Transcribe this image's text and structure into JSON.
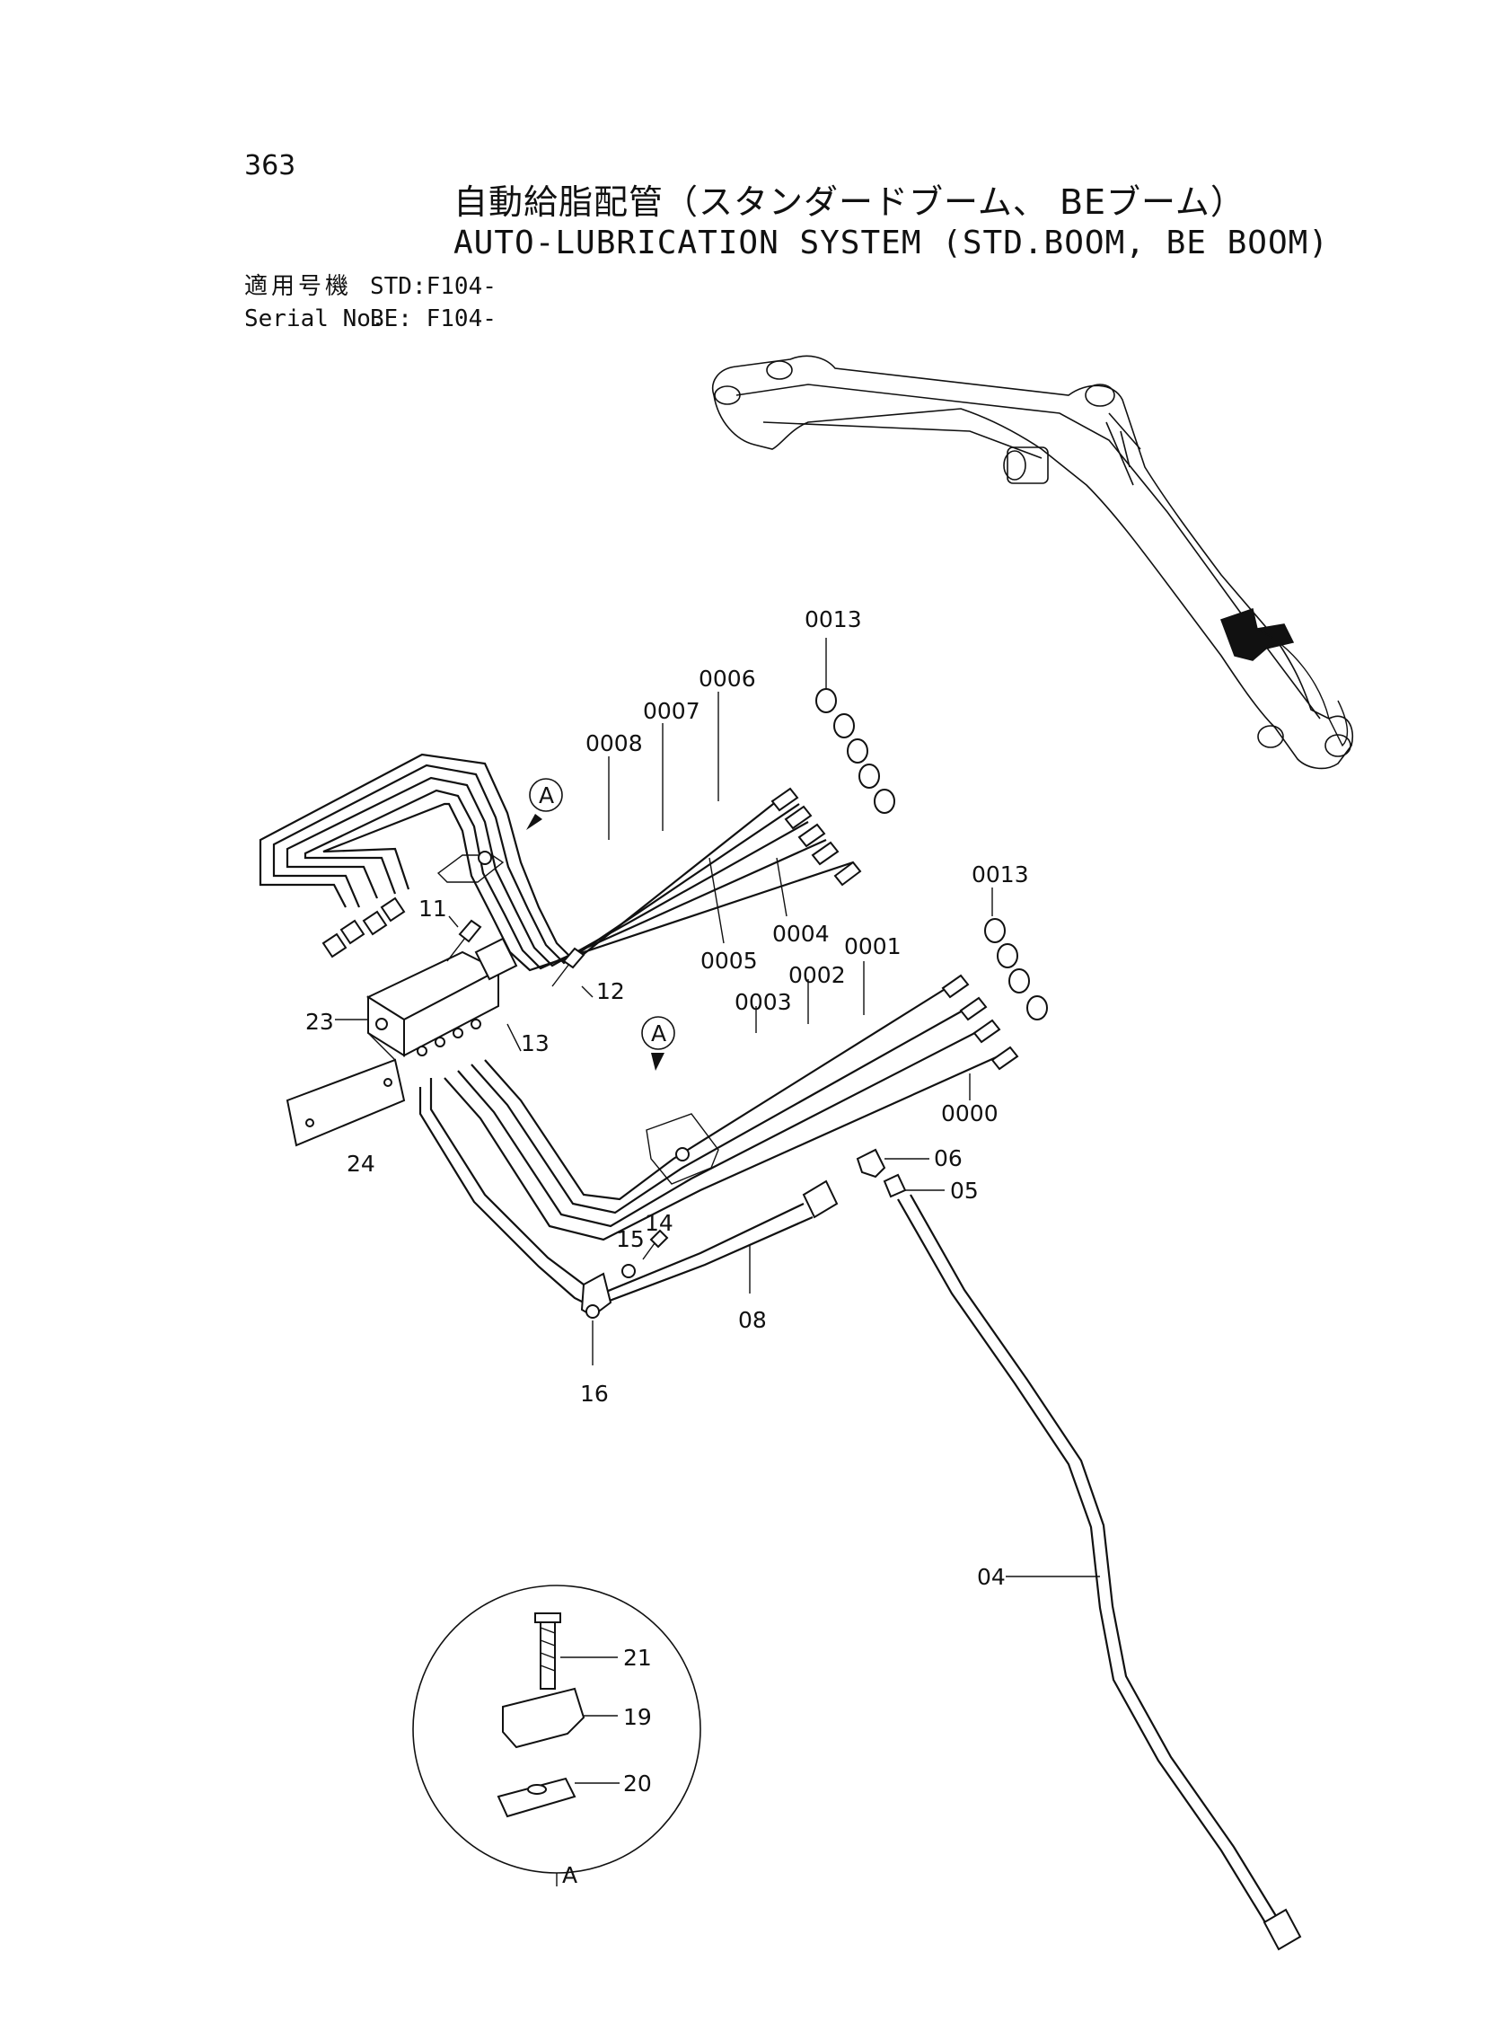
{
  "header": {
    "page_number": "363",
    "title_jp": "自動給脂配管（スタンダードブーム、 BEブーム）",
    "title_en": "AUTO-LUBRICATION SYSTEM (STD.BOOM, BE BOOM)",
    "serial_label_jp": "適用号機",
    "serial_value_std": "STD:F104-",
    "serial_label_en": "Serial No.",
    "serial_value_be": "BE: F104-"
  },
  "callouts": {
    "p0013_top": "0013",
    "p0006": "0006",
    "p0007": "0007",
    "p0008": "0008",
    "ref_a_upper": "A",
    "p11": "11",
    "p0005": "0005",
    "p0004": "0004",
    "p0013_mid": "0013",
    "p0001": "0001",
    "p0002": "0002",
    "p0003": "0003",
    "p23": "23",
    "p12": "12",
    "p13": "13",
    "ref_a_lower": "A",
    "p0000": "0000",
    "p06": "06",
    "p05": "05",
    "p24": "24",
    "p14": "14",
    "p15": "15",
    "p08": "08",
    "p16": "16",
    "p04": "04",
    "p21": "21",
    "p19": "19",
    "p20": "20",
    "detail_a": "A"
  }
}
